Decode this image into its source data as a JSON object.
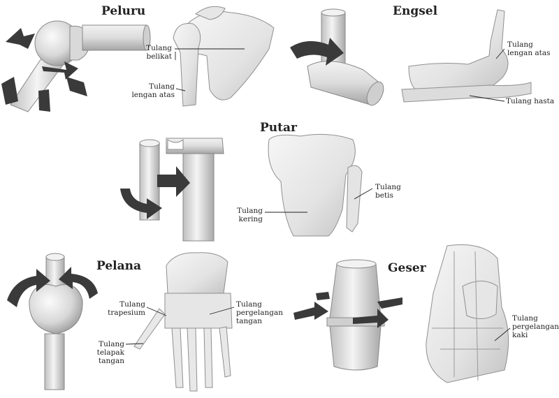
{
  "joints": {
    "peluru": {
      "title": "Peluru",
      "labels": [
        {
          "key": "belikat",
          "lines": [
            "Tulang",
            "belikat"
          ]
        },
        {
          "key": "lengan_atas",
          "lines": [
            "Tulang",
            "lengan atas"
          ]
        }
      ]
    },
    "engsel": {
      "title": "Engsel",
      "labels": [
        {
          "key": "lengan_atas",
          "lines": [
            "Tulang",
            "lengan atas"
          ]
        },
        {
          "key": "hasta",
          "lines": [
            "Tulang hasta"
          ]
        }
      ]
    },
    "putar": {
      "title": "Putar",
      "labels": [
        {
          "key": "betis",
          "lines": [
            "Tulang",
            "betis"
          ]
        },
        {
          "key": "kering",
          "lines": [
            "Tulang",
            "kering"
          ]
        }
      ]
    },
    "pelana": {
      "title": "Pelana",
      "labels": [
        {
          "key": "trapesium",
          "lines": [
            "Tulang",
            "trapesium"
          ]
        },
        {
          "key": "pergelangan_tangan",
          "lines": [
            "Tulang",
            "pergelangan",
            "tangan"
          ]
        },
        {
          "key": "telapak_tangan",
          "lines": [
            "Tulang",
            "telapak",
            "tangan"
          ]
        }
      ]
    },
    "geser": {
      "title": "Geser",
      "labels": [
        {
          "key": "pergelangan_kaki",
          "lines": [
            "Tulang",
            "pergelangan",
            "kaki"
          ]
        }
      ]
    }
  },
  "colors": {
    "bone": "#ececec",
    "bone_shade": "#bdbdbd",
    "arrow": "#3a3a3a",
    "line": "#222222"
  }
}
